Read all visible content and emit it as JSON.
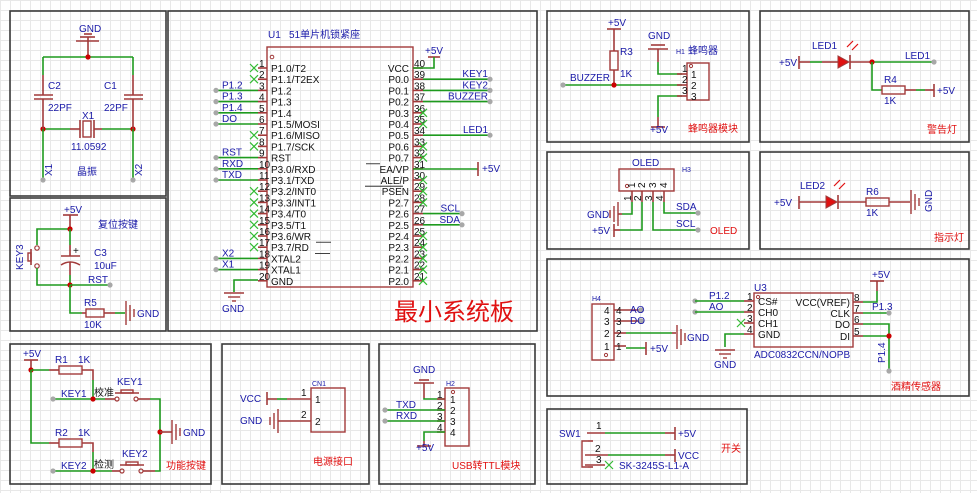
{
  "sheet": {
    "crystal": {
      "title": "晶振",
      "gnd": "GND",
      "c2": {
        "ref": "C2",
        "value": "22PF"
      },
      "c1": {
        "ref": "C1",
        "value": "22PF"
      },
      "x1": {
        "ref": "X1",
        "value": "11.0592"
      },
      "net_left": "X1",
      "net_right": "X2"
    },
    "reset": {
      "title": "复位按键",
      "vcc": "+5V",
      "key": "KEY3",
      "c3": {
        "ref": "C3",
        "value": "10uF",
        "plus": "+"
      },
      "net": "RST",
      "r5": {
        "ref": "R5",
        "value": "10K"
      },
      "gnd": "GND"
    },
    "mcu": {
      "ref": "U1",
      "name": "51单片机锁紧座",
      "title": "最小系统板",
      "vcc_label": "+5V",
      "ea_label": "+5V",
      "gnd_label": "GND",
      "left_pins": [
        {
          "num": "1",
          "name": "P1.0/T2",
          "net": "",
          "nc": true
        },
        {
          "num": "2",
          "name": "P1.1/T2EX",
          "net": "",
          "nc": true
        },
        {
          "num": "3",
          "name": "P1.2",
          "net": "P1.2",
          "nc": false
        },
        {
          "num": "4",
          "name": "P1.3",
          "net": "P1.3",
          "nc": false
        },
        {
          "num": "5",
          "name": "P1.4",
          "net": "P1.4",
          "nc": false
        },
        {
          "num": "6",
          "name": "P1.5/MOSI",
          "net": "DO",
          "nc": false
        },
        {
          "num": "7",
          "name": "P1.6/MISO",
          "net": "",
          "nc": true
        },
        {
          "num": "8",
          "name": "P1.7/SCK",
          "net": "",
          "nc": true
        },
        {
          "num": "9",
          "name": "RST",
          "net": "RST",
          "nc": false
        },
        {
          "num": "10",
          "name": "P3.0/RXD",
          "net": "RXD",
          "nc": false
        },
        {
          "num": "11",
          "name": "P3.1/TXD",
          "net": "TXD",
          "nc": false
        },
        {
          "num": "12",
          "name": "P3.2/INT0",
          "net": "",
          "nc": true
        },
        {
          "num": "13",
          "name": "P3.3/INT1",
          "net": "",
          "nc": true
        },
        {
          "num": "14",
          "name": "P3.4/T0",
          "net": "",
          "nc": true
        },
        {
          "num": "15",
          "name": "P3.5/T1",
          "net": "",
          "nc": true
        },
        {
          "num": "16",
          "name": "P3.6/WR",
          "net": "",
          "nc": true
        },
        {
          "num": "17",
          "name": "P3.7/RD",
          "net": "",
          "nc": true
        },
        {
          "num": "18",
          "name": "XTAL2",
          "net": "X2",
          "nc": false
        },
        {
          "num": "19",
          "name": "XTAL1",
          "net": "X1",
          "nc": false
        },
        {
          "num": "20",
          "name": "GND",
          "net": "",
          "nc": false
        }
      ],
      "right_pins": [
        {
          "num": "40",
          "name": "VCC",
          "net": "",
          "nc": false
        },
        {
          "num": "39",
          "name": "P0.0",
          "net": "KEY1",
          "nc": false
        },
        {
          "num": "38",
          "name": "P0.1",
          "net": "KEY2",
          "nc": false
        },
        {
          "num": "37",
          "name": "P0.2",
          "net": "BUZZER",
          "nc": false
        },
        {
          "num": "36",
          "name": "P0.3",
          "net": "",
          "nc": true
        },
        {
          "num": "35",
          "name": "P0.4",
          "net": "",
          "nc": true
        },
        {
          "num": "34",
          "name": "P0.5",
          "net": "LED1",
          "nc": false
        },
        {
          "num": "33",
          "name": "P0.6",
          "net": "",
          "nc": true
        },
        {
          "num": "32",
          "name": "P0.7",
          "net": "",
          "nc": true
        },
        {
          "num": "31",
          "name": "EA/VP",
          "net": "",
          "nc": false
        },
        {
          "num": "30",
          "name": "ALE/P",
          "net": "",
          "nc": true
        },
        {
          "num": "29",
          "name": "PSEN",
          "net": "",
          "nc": true
        },
        {
          "num": "28",
          "name": "P2.7",
          "net": "",
          "nc": true
        },
        {
          "num": "27",
          "name": "P2.6",
          "net": "SCL",
          "nc": false
        },
        {
          "num": "26",
          "name": "P2.5",
          "net": "SDA",
          "nc": false
        },
        {
          "num": "25",
          "name": "P2.4",
          "net": "",
          "nc": true
        },
        {
          "num": "24",
          "name": "P2.3",
          "net": "",
          "nc": true
        },
        {
          "num": "23",
          "name": "P2.2",
          "net": "",
          "nc": true
        },
        {
          "num": "22",
          "name": "P2.1",
          "net": "",
          "nc": true
        },
        {
          "num": "21",
          "name": "P2.0",
          "net": "",
          "nc": true
        }
      ]
    },
    "buzzer": {
      "title": "蜂鸣器模块",
      "vcc_top": "+5V",
      "vcc_bottom": "+5V",
      "gnd": "GND",
      "r3": {
        "ref": "R3",
        "value": "1K"
      },
      "net": "BUZZER",
      "h1": {
        "ref": "H1",
        "name": "蜂鸣器"
      },
      "pins": [
        "1",
        "2",
        "3"
      ]
    },
    "warning_led": {
      "title": "警告灯",
      "vcc_left": "+5V",
      "led": "LED1",
      "net": "LED1",
      "r4": {
        "ref": "R4",
        "value": "1K"
      },
      "vcc_right": "+5V"
    },
    "oled": {
      "title": "OLED",
      "name": "OLED",
      "ref": "H3",
      "pins": [
        "1",
        "2",
        "3",
        "4"
      ],
      "gnd": "GND",
      "vcc": "+5V",
      "sda": "SDA",
      "scl": "SCL"
    },
    "indicator_led": {
      "title": "指示灯",
      "vcc": "+5V",
      "led": "LED2",
      "r6": {
        "ref": "R6",
        "value": "1K"
      },
      "gnd": "GND"
    },
    "alcohol_sensor": {
      "title": "酒精传感器",
      "h4": {
        "ref": "H4",
        "pins": [
          "4",
          "3",
          "2",
          "1"
        ]
      },
      "ao": "AO",
      "do": "DO",
      "gnd": "GND",
      "vcc": "+5V",
      "u3": {
        "ref": "U3",
        "part": "ADC0832CCN/NOPB",
        "left_pins": [
          {
            "num": "1",
            "name": "CS#",
            "net": "P1.2"
          },
          {
            "num": "2",
            "name": "CH0",
            "net": "AO"
          },
          {
            "num": "3",
            "name": "CH1",
            "net": ""
          },
          {
            "num": "4",
            "name": "GND",
            "net": ""
          }
        ],
        "right_pins": [
          {
            "num": "8",
            "name": "VCC(VREF)",
            "net": ""
          },
          {
            "num": "7",
            "name": "CLK",
            "net": "P1.3"
          },
          {
            "num": "6",
            "name": "DO",
            "net": ""
          },
          {
            "num": "5",
            "name": "DI",
            "net": ""
          }
        ],
        "vcc": "+5V",
        "gnd": "GND",
        "net_p14": "P1.4"
      }
    },
    "function_keys": {
      "title": "功能按键",
      "vcc": "+5V",
      "r1": {
        "ref": "R1",
        "value": "1K"
      },
      "r2": {
        "ref": "R2",
        "value": "1K"
      },
      "key1": {
        "net": "KEY1",
        "ref": "KEY1",
        "desc": "校准"
      },
      "key2": {
        "net": "KEY2",
        "ref": "KEY2",
        "desc": "检测"
      },
      "gnd": "GND"
    },
    "power_jack": {
      "title": "电源接口",
      "ref": "CN1",
      "vcc": "VCC",
      "gnd": "GND",
      "pins": [
        "1",
        "2"
      ]
    },
    "usb_ttl": {
      "title": "USB转TTL模块",
      "ref": "H2",
      "gnd": "GND",
      "vcc": "+5V",
      "txd": "TXD",
      "rxd": "RXD",
      "pins": [
        "1",
        "2",
        "3",
        "4"
      ]
    },
    "switch": {
      "title": "开关",
      "ref": "SW1",
      "part": "SK-3245S-L1-A",
      "pins": [
        "1",
        "2",
        "3"
      ],
      "vcc5": "+5V",
      "vcc": "VCC"
    }
  }
}
